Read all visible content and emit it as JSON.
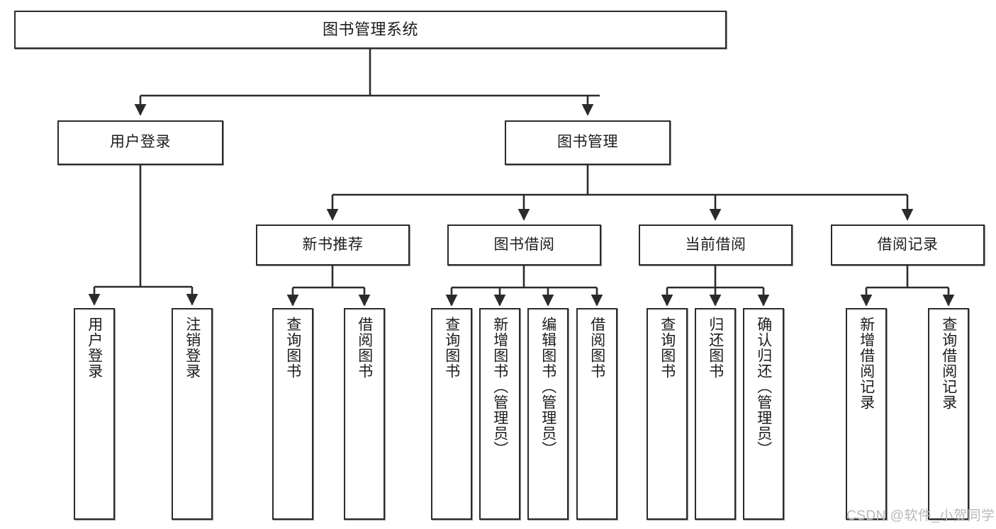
{
  "diagram": {
    "title": "图书管理系统",
    "watermark": "CSDN @软件_小贺同学",
    "colors": {
      "stroke": "#2b2b2b",
      "fill": "#ffffff",
      "text": "#1c1c1c",
      "watermark": "#b9b9b9"
    }
  },
  "nodes": {
    "root": {
      "label": "图书管理系统"
    },
    "level2": [
      {
        "id": "user-login",
        "label": "用户登录"
      },
      {
        "id": "book-manage",
        "label": "图书管理"
      }
    ],
    "level3": [
      {
        "id": "new-book-recommend",
        "label": "新书推荐"
      },
      {
        "id": "book-borrow",
        "label": "图书借阅"
      },
      {
        "id": "current-borrow",
        "label": "当前借阅"
      },
      {
        "id": "borrow-record",
        "label": "借阅记录"
      }
    ],
    "leaves": {
      "user-login": [
        {
          "id": "leaf-user-login",
          "label": "用户登录"
        },
        {
          "id": "leaf-logout-login",
          "label": "注销登录"
        }
      ],
      "new-book-recommend": [
        {
          "id": "leaf-query-book-1",
          "label": "查询图书"
        },
        {
          "id": "leaf-borrow-book-1",
          "label": "借阅图书"
        }
      ],
      "book-borrow": [
        {
          "id": "leaf-query-book-2",
          "label": "查询图书"
        },
        {
          "id": "leaf-add-book",
          "label": "新增图书（管理员）"
        },
        {
          "id": "leaf-edit-book",
          "label": "编辑图书（管理员）"
        },
        {
          "id": "leaf-borrow-book-2",
          "label": "借阅图书"
        }
      ],
      "current-borrow": [
        {
          "id": "leaf-query-book-3",
          "label": "查询图书"
        },
        {
          "id": "leaf-return-book",
          "label": "归还图书"
        },
        {
          "id": "leaf-confirm-return",
          "label": "确认归还（管理员）"
        }
      ],
      "borrow-record": [
        {
          "id": "leaf-add-record",
          "label": "新增借阅记录"
        },
        {
          "id": "leaf-query-record",
          "label": "查询借阅记录"
        }
      ]
    }
  },
  "chart_data": {
    "type": "diagram",
    "subtype": "tree / functional-structure-chart",
    "title": "图书管理系统",
    "orientation": "top-down",
    "levels": 4,
    "tree": {
      "name": "图书管理系统",
      "children": [
        {
          "name": "用户登录",
          "children": [
            {
              "name": "用户登录"
            },
            {
              "name": "注销登录"
            }
          ]
        },
        {
          "name": "图书管理",
          "children": [
            {
              "name": "新书推荐",
              "children": [
                {
                  "name": "查询图书"
                },
                {
                  "name": "借阅图书"
                }
              ]
            },
            {
              "name": "图书借阅",
              "children": [
                {
                  "name": "查询图书"
                },
                {
                  "name": "新增图书（管理员）"
                },
                {
                  "name": "编辑图书（管理员）"
                },
                {
                  "name": "借阅图书"
                }
              ]
            },
            {
              "name": "当前借阅",
              "children": [
                {
                  "name": "查询图书"
                },
                {
                  "name": "归还图书"
                },
                {
                  "name": "确认归还（管理员）"
                }
              ]
            },
            {
              "name": "借阅记录",
              "children": [
                {
                  "name": "新增借阅记录"
                },
                {
                  "name": "查询借阅记录"
                }
              ]
            }
          ]
        }
      ]
    },
    "edge_style": "orthogonal elbow with filled arrowheads",
    "node_count": 20
  }
}
